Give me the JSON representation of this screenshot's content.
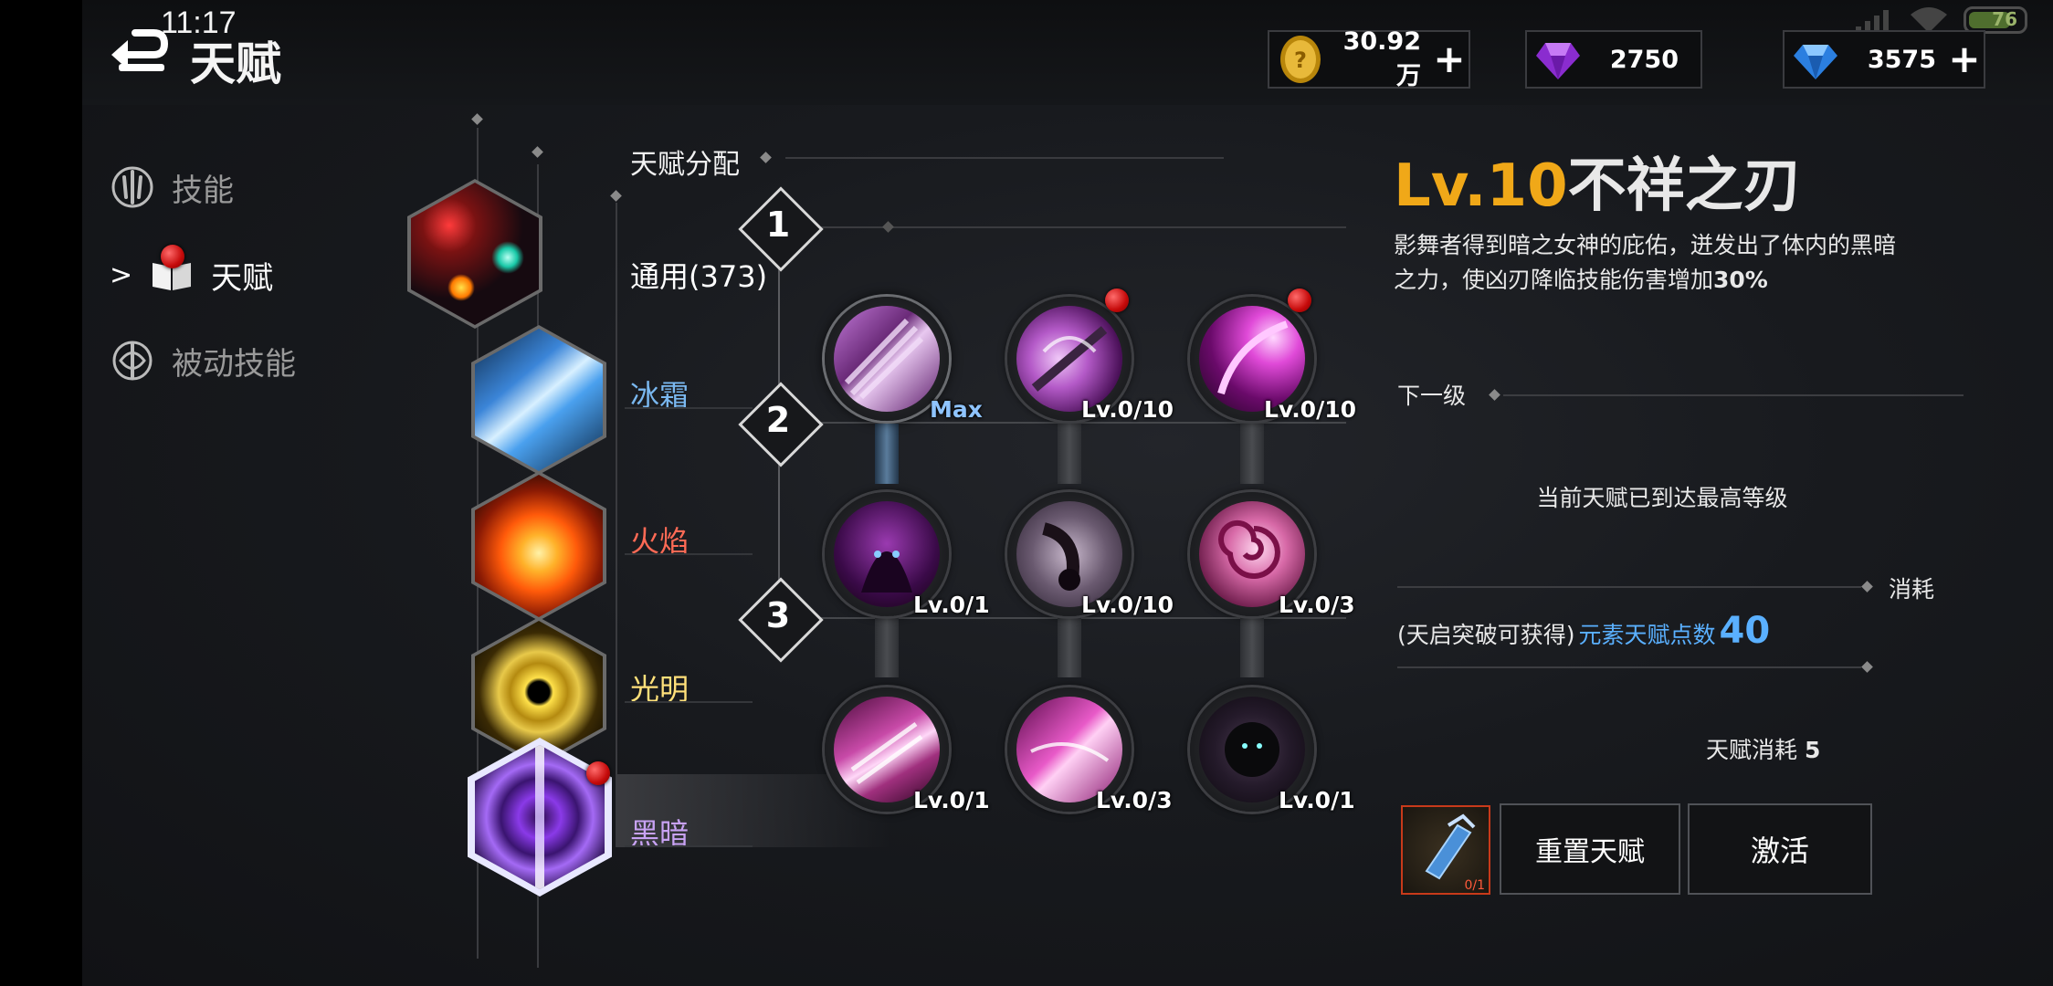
{
  "status": {
    "time": "11:17",
    "battery": "76"
  },
  "header": {
    "title": "天赋"
  },
  "currencies": [
    {
      "icon": "gold-coin-icon",
      "value": "30.92万",
      "plus": "+"
    },
    {
      "icon": "purple-gem-icon",
      "value": "2750"
    },
    {
      "icon": "blue-diamond-icon",
      "value": "3575",
      "plus": "+"
    }
  ],
  "sidebar": {
    "items": [
      {
        "label": "技能",
        "icon": "skill-emblem-icon"
      },
      {
        "label": "天赋",
        "icon": "talent-book-icon",
        "arrow": ">"
      },
      {
        "label": "被动技能",
        "icon": "passive-emblem-icon"
      }
    ]
  },
  "talent_tree": {
    "header": "天赋分配",
    "categories": [
      {
        "label": "通用(373)",
        "color": "#ffffff"
      },
      {
        "label": "冰霜",
        "color": "#7ab8f0"
      },
      {
        "label": "火焰",
        "color": "#ff6a55"
      },
      {
        "label": "光明",
        "color": "#ffe07a"
      },
      {
        "label": "黑暗",
        "color": "#c8a2f4"
      }
    ],
    "tiers": [
      "1",
      "2",
      "3"
    ],
    "nodes": [
      {
        "level": "Max",
        "progress": 1.0
      },
      {
        "level": "Lv.0/10",
        "progress": 0
      },
      {
        "level": "Lv.0/10",
        "progress": 0
      },
      {
        "level": "Lv.0/1",
        "progress": 0
      },
      {
        "level": "Lv.0/10",
        "progress": 0
      },
      {
        "level": "Lv.0/3",
        "progress": 0
      },
      {
        "level": "Lv.0/1",
        "progress": 0
      },
      {
        "level": "Lv.0/3",
        "progress": 0
      },
      {
        "level": "Lv.0/1",
        "progress": 0
      }
    ]
  },
  "detail": {
    "level": "Lv.10",
    "name": "不祥之刃",
    "desc_main": "影舞者得到暗之女神的庇佑，迸发出了体内的黑暗之力，使凶刃降临技能伤害增加",
    "desc_value": "30%",
    "next_level_label": "下一级",
    "max_message": "当前天赋已到达最高等级",
    "cost_label": "消耗",
    "cost_source": "(天启突破可获得)",
    "cost_item_label": "元素天赋点数",
    "cost_item_value": "40",
    "talent_cost_label": "天赋消耗",
    "talent_cost_value": "5",
    "item_count": "0/1",
    "reset_button": "重置天赋",
    "activate_button": "激活"
  },
  "colors": {
    "accent_gold": "#f0a818",
    "accent_blue": "#5ab0ff"
  }
}
